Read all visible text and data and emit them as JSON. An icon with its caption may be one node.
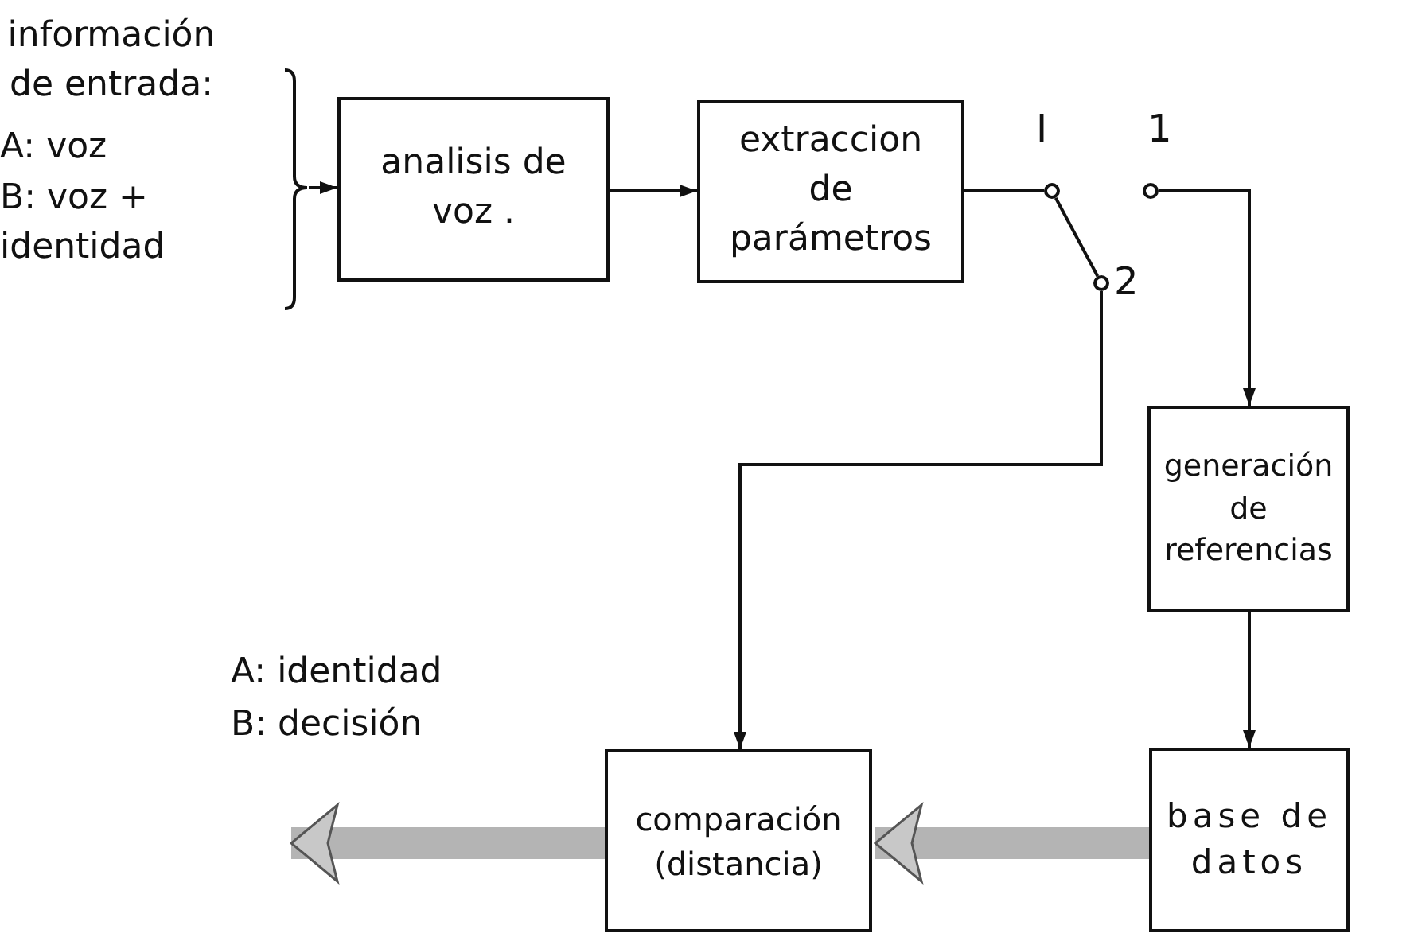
{
  "diagram": {
    "nodes": [
      {
        "text": [
          "información de entrada:",
          "A: voz",
          "B: voz + identidad"
        ]
      },
      {
        "text": [
          "analisis de voz ."
        ]
      },
      {
        "text": [
          "extraccion de parámetros"
        ]
      },
      {
        "text": [],
        "shape": "circle",
        "beside": [
          "I"
        ]
      },
      {
        "text": [],
        "shape": "circle",
        "beside": [
          "1"
        ]
      },
      {
        "text": [],
        "shape": "circle",
        "beside": [
          "2"
        ]
      },
      {
        "text": [
          "generación de referencias"
        ]
      },
      {
        "text": [
          "base de datos"
        ]
      },
      {
        "text": [
          "comparación (distancia)"
        ]
      },
      {
        "text": [
          "A: identidad",
          "B: decisión"
        ]
      }
    ],
    "edges": [
      {
        "from": 0,
        "to": 1,
        "arrow": "to"
      },
      {
        "from": 1,
        "to": 2,
        "arrow": "to"
      },
      {
        "from": 2,
        "to": 3,
        "arrow": "none"
      },
      {
        "from": 3,
        "to": 5,
        "arrow": "none"
      },
      {
        "from": 4,
        "to": 6,
        "arrow": "to"
      },
      {
        "from": 5,
        "to": 8,
        "arrow": "to"
      },
      {
        "from": 6,
        "to": 7,
        "arrow": "to"
      },
      {
        "from": 7,
        "to": 8,
        "arrow": "to",
        "style": "thick",
        "color": "#b4b4b4"
      },
      {
        "from": 8,
        "to": 9,
        "arrow": "to",
        "style": "thick",
        "color": "#b4b4b4"
      }
    ]
  }
}
